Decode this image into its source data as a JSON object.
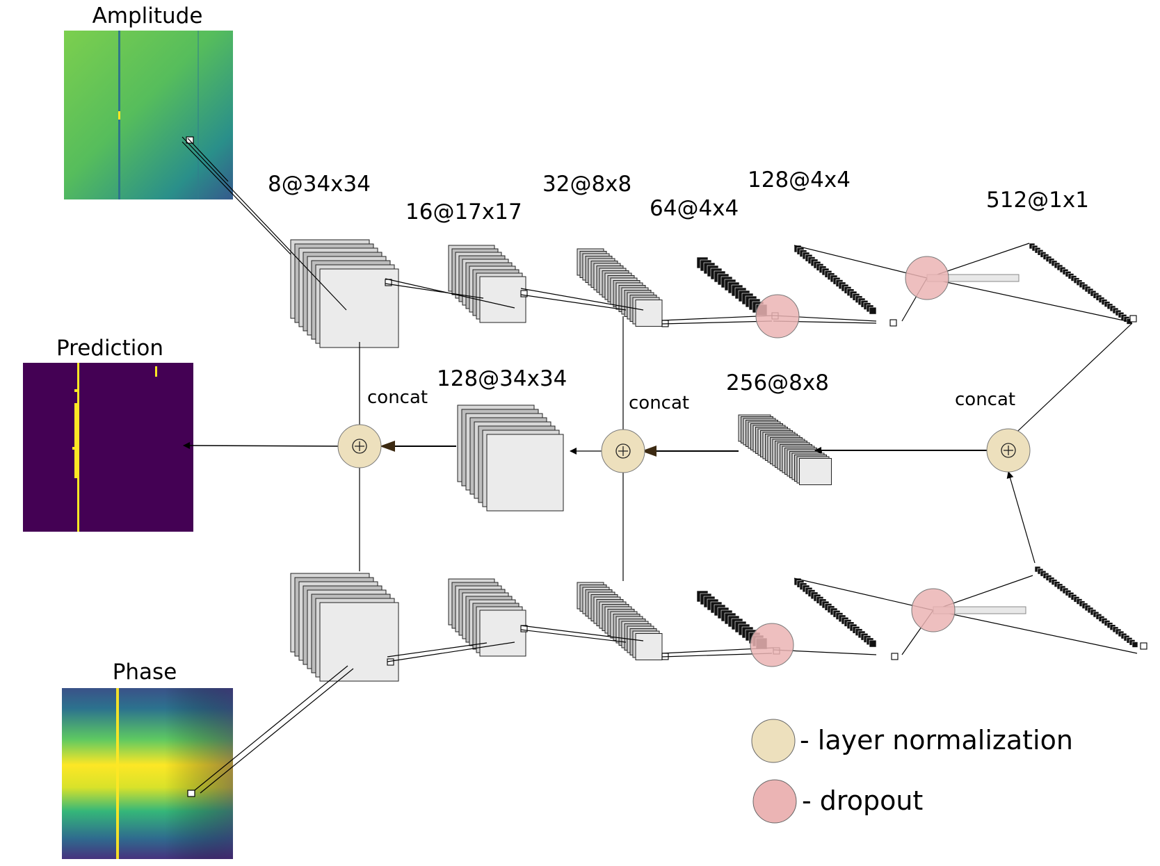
{
  "panels": {
    "amplitude": "Amplitude",
    "prediction": "Prediction",
    "phase": "Phase"
  },
  "layer_labels": {
    "l1": "8@34x34",
    "l2": "16@17x17",
    "l3": "32@8x8",
    "l4": "64@4x4",
    "l5": "128@4x4",
    "l6": "512@1x1",
    "up1": "128@34x34",
    "up2": "256@8x8"
  },
  "concat_labels": {
    "c1": "concat",
    "c2": "concat",
    "c3": "concat"
  },
  "legend": {
    "norm": "- layer normalization",
    "drop": "- dropout"
  },
  "colors": {
    "layer_norm": "#ede0bd",
    "dropout": "#ebb4b4",
    "viridis_dark": "#440154",
    "viridis_yellow": "#fde725",
    "map_face": "#ebebeb",
    "map_back": "#c8c8c8"
  },
  "icons": {
    "norm_node": "circle-plus-icon"
  }
}
